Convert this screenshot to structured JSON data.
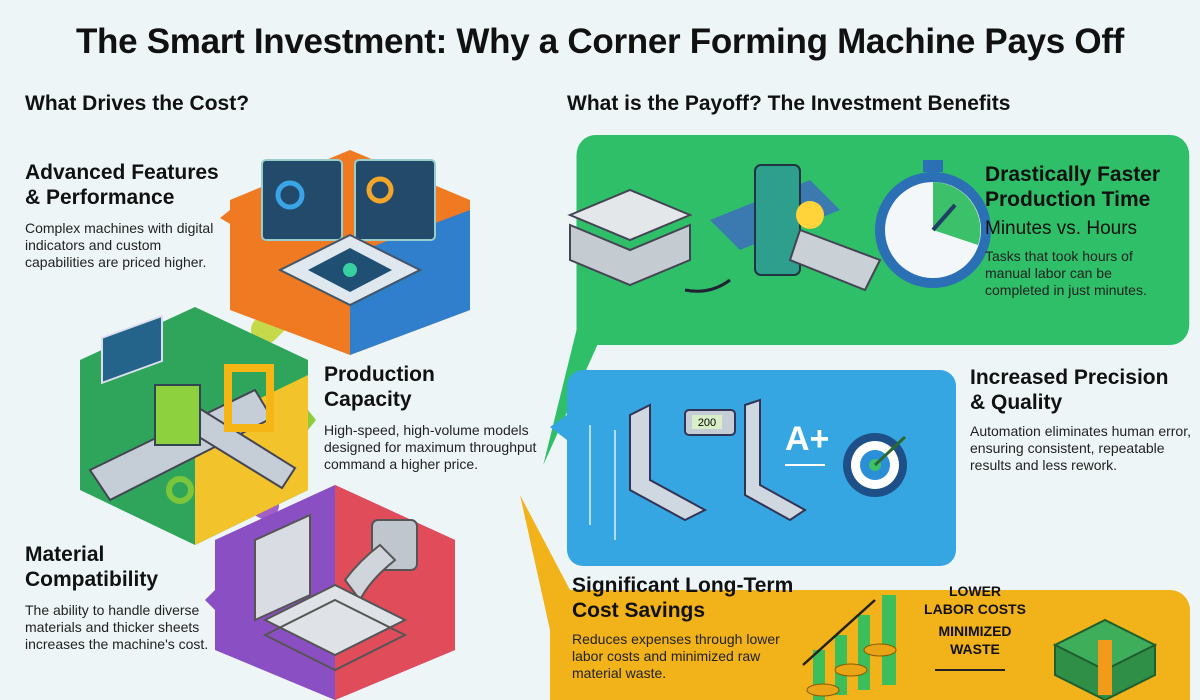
{
  "title": "The Smart Investment: Why a Corner Forming Machine Pays Off",
  "left_section": {
    "heading": "What Drives the Cost?",
    "items": [
      {
        "title_lines": [
          "Advanced Features",
          "& Performance"
        ],
        "description_lines": [
          "Complex machines with digital",
          "indicators and custom",
          "capabilities are priced higher."
        ],
        "icon": "control-panel-icon"
      },
      {
        "title_lines": [
          "Production",
          "Capacity"
        ],
        "description_lines": [
          "High-speed, high-volume models",
          "designed for maximum throughput",
          "command a higher price."
        ],
        "icon": "conveyor-machine-icon"
      },
      {
        "title_lines": [
          "Material",
          "Compatibility"
        ],
        "description_lines": [
          "The ability to handle diverse",
          "materials and thicker sheets",
          "increases the machine's cost."
        ],
        "icon": "sheet-material-icon"
      }
    ]
  },
  "right_section": {
    "heading": "What is the Payoff? The Investment Benefits",
    "benefits": [
      {
        "title_lines": [
          "Drastically Faster",
          "Production Time"
        ],
        "subtitle": "Minutes vs. Hours",
        "description_lines": [
          "Tasks that took hours of",
          "manual labor can be",
          "completed in just minutes."
        ],
        "icon": "stopwatch-icon",
        "color": "#2fbf68"
      },
      {
        "title_lines": [
          "Increased Precision",
          "& Quality"
        ],
        "description_lines": [
          "Automation eliminates human error,",
          "ensuring consistent, repeatable",
          "results and less rework."
        ],
        "icon": "target-icon",
        "color": "#35a6e2",
        "caliper_reading": "200",
        "grade": "A+"
      },
      {
        "title_lines": [
          "Significant Long-Term",
          "Cost Savings"
        ],
        "description_lines": [
          "Reduces expenses through lower",
          "labor costs and minimized raw",
          "material waste."
        ],
        "icon": "money-stack-icon",
        "color": "#f1b21a",
        "labels": [
          "LOWER",
          "LABOR COSTS",
          "MINIMIZED",
          "WASTE"
        ]
      }
    ]
  }
}
